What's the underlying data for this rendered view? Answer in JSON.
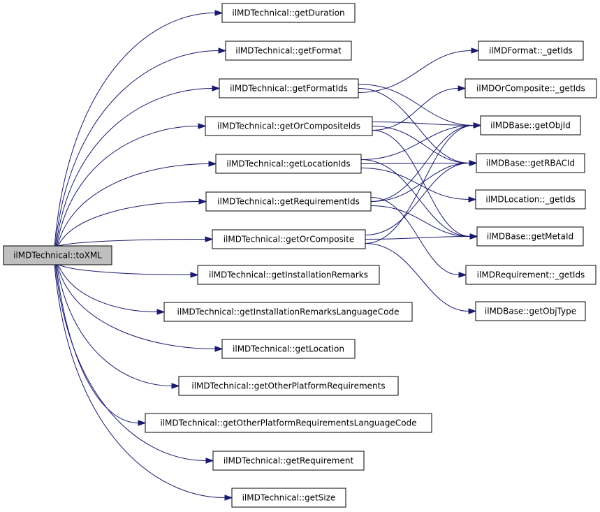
{
  "graph": {
    "edge_color": "#191970",
    "root_fill": "#bfbfbf",
    "node_fill": "#ffffff",
    "nodes": [
      {
        "id": "toXML",
        "label": "ilMDTechnical::toXML",
        "root": true
      },
      {
        "id": "getDuration",
        "label": "ilMDTechnical::getDuration"
      },
      {
        "id": "getFormat",
        "label": "ilMDTechnical::getFormat"
      },
      {
        "id": "getFormatIds",
        "label": "ilMDTechnical::getFormatIds"
      },
      {
        "id": "getOrCompositeIds",
        "label": "ilMDTechnical::getOrCompositeIds"
      },
      {
        "id": "getLocationIds",
        "label": "ilMDTechnical::getLocationIds"
      },
      {
        "id": "getRequirementIds",
        "label": "ilMDTechnical::getRequirementIds"
      },
      {
        "id": "getOrComposite",
        "label": "ilMDTechnical::getOrComposite"
      },
      {
        "id": "getInstallationRemarks",
        "label": "ilMDTechnical::getInstallationRemarks"
      },
      {
        "id": "getInstallationRemarksLanguageCode",
        "label": "ilMDTechnical::getInstallationRemarksLanguageCode"
      },
      {
        "id": "getLocation",
        "label": "ilMDTechnical::getLocation"
      },
      {
        "id": "getOtherPlatformRequirements",
        "label": "ilMDTechnical::getOtherPlatformRequirements"
      },
      {
        "id": "getOtherPlatformRequirementsLanguageCode",
        "label": "ilMDTechnical::getOtherPlatformRequirementsLanguageCode"
      },
      {
        "id": "getRequirement",
        "label": "ilMDTechnical::getRequirement"
      },
      {
        "id": "getSize",
        "label": "ilMDTechnical::getSize"
      },
      {
        "id": "formatGetIds",
        "label": "ilMDFormat::_getIds"
      },
      {
        "id": "orCompositeGetIds",
        "label": "ilMDOrComposite::_getIds"
      },
      {
        "id": "getObjId",
        "label": "ilMDBase::getObjId"
      },
      {
        "id": "getRBACId",
        "label": "ilMDBase::getRBACId"
      },
      {
        "id": "locationGetIds",
        "label": "ilMDLocation::_getIds"
      },
      {
        "id": "getMetaId",
        "label": "ilMDBase::getMetaId"
      },
      {
        "id": "requirementGetIds",
        "label": "ilMDRequirement::_getIds"
      },
      {
        "id": "getObjType",
        "label": "ilMDBase::getObjType"
      }
    ],
    "edges": [
      [
        "toXML",
        "getDuration"
      ],
      [
        "toXML",
        "getFormat"
      ],
      [
        "toXML",
        "getFormatIds"
      ],
      [
        "toXML",
        "getOrCompositeIds"
      ],
      [
        "toXML",
        "getLocationIds"
      ],
      [
        "toXML",
        "getRequirementIds"
      ],
      [
        "toXML",
        "getOrComposite"
      ],
      [
        "toXML",
        "getInstallationRemarks"
      ],
      [
        "toXML",
        "getInstallationRemarksLanguageCode"
      ],
      [
        "toXML",
        "getLocation"
      ],
      [
        "toXML",
        "getOtherPlatformRequirements"
      ],
      [
        "toXML",
        "getOtherPlatformRequirementsLanguageCode"
      ],
      [
        "toXML",
        "getRequirement"
      ],
      [
        "toXML",
        "getSize"
      ],
      [
        "getFormatIds",
        "formatGetIds"
      ],
      [
        "getFormatIds",
        "getObjId"
      ],
      [
        "getFormatIds",
        "getRBACId"
      ],
      [
        "getOrCompositeIds",
        "orCompositeGetIds"
      ],
      [
        "getOrCompositeIds",
        "getObjId"
      ],
      [
        "getOrCompositeIds",
        "getRBACId"
      ],
      [
        "getOrCompositeIds",
        "getMetaId"
      ],
      [
        "getLocationIds",
        "getObjId"
      ],
      [
        "getLocationIds",
        "getRBACId"
      ],
      [
        "getLocationIds",
        "locationGetIds"
      ],
      [
        "getLocationIds",
        "getMetaId"
      ],
      [
        "getRequirementIds",
        "getRBACId"
      ],
      [
        "getRequirementIds",
        "getMetaId"
      ],
      [
        "getRequirementIds",
        "requirementGetIds"
      ],
      [
        "getRequirementIds",
        "getObjId"
      ],
      [
        "getOrComposite",
        "getObjId"
      ],
      [
        "getOrComposite",
        "getRBACId"
      ],
      [
        "getOrComposite",
        "getMetaId"
      ],
      [
        "getOrComposite",
        "getObjType"
      ]
    ]
  }
}
